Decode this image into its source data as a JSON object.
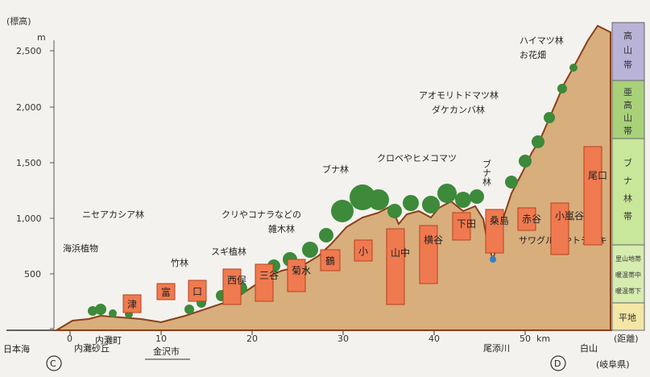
{
  "axis": {
    "unit_top": "(標高)",
    "unit_m": "m",
    "y_ticks": [
      "2,500",
      "2,000",
      "1,500",
      "1,000",
      "500",
      "0"
    ],
    "x_ticks": [
      "0",
      "10",
      "20",
      "30",
      "40",
      "50"
    ],
    "x_unit": "km",
    "distance_label": "(距離)"
  },
  "vegetation": {
    "haimatsu": "ハイマツ林",
    "ohanabatake": "お花畑",
    "aomori1": "アオモリトドマツ林",
    "aomori2": "ダケカンバ林",
    "kurobe": "クロベやヒメコマツ",
    "buna_left": "ブナ林",
    "buna_right": "ブナ林",
    "kuri1": "クリやコナラなどの",
    "kuri2": "雑木林",
    "sugi": "スギ植林",
    "take": "竹林",
    "niseakashia": "ニセアカシア林",
    "kaihin": "海浜植物",
    "sawagurumi": "サワグルミやトチノキ"
  },
  "places": {
    "nihonkai": "日本海",
    "uchinada_sakyu": "内灘砂丘",
    "uchinada_machi": "内灘町",
    "kanazawa": "金沢市",
    "oshikawa": "尾添川",
    "hakusan": "白山",
    "gifu": "(岐阜県)",
    "point_c": "C",
    "point_d": "D"
  },
  "boxes": [
    {
      "label": "津"
    },
    {
      "label": "富"
    },
    {
      "label": "口"
    },
    {
      "label": "西俣"
    },
    {
      "label": "三谷"
    },
    {
      "label": "菊水"
    },
    {
      "label": "鶴"
    },
    {
      "label": "小"
    },
    {
      "label": "山中"
    },
    {
      "label": "横谷"
    },
    {
      "label": "下田"
    },
    {
      "label": "桑島"
    },
    {
      "label": "赤谷"
    },
    {
      "label": "小嵐谷"
    },
    {
      "label": "尾口"
    }
  ],
  "zones": [
    {
      "label": "高山帯",
      "color": "#b9b3d8"
    },
    {
      "label": "亜高山帯",
      "color": "#a9d17a"
    },
    {
      "label": "ブナ林帯",
      "color": "#c9e79a"
    },
    {
      "label": "里山地帯・暖温帯",
      "color": "#d6ecb0"
    },
    {
      "label": "平地",
      "color": "#f3e6a6"
    }
  ],
  "colors": {
    "box_fill": "#f07a4f",
    "box_stroke": "#b6411f",
    "terrain_fill": "#c89a66",
    "terrain_stroke": "#8a3f1a",
    "tree": "#3c8a3a",
    "sea": "#2f7fc7"
  },
  "zone_small": {
    "satoyama": "里山地帯",
    "dankitai": "暖温帯中",
    "chukan": "暖温帯下",
    "heichi": "平地"
  }
}
